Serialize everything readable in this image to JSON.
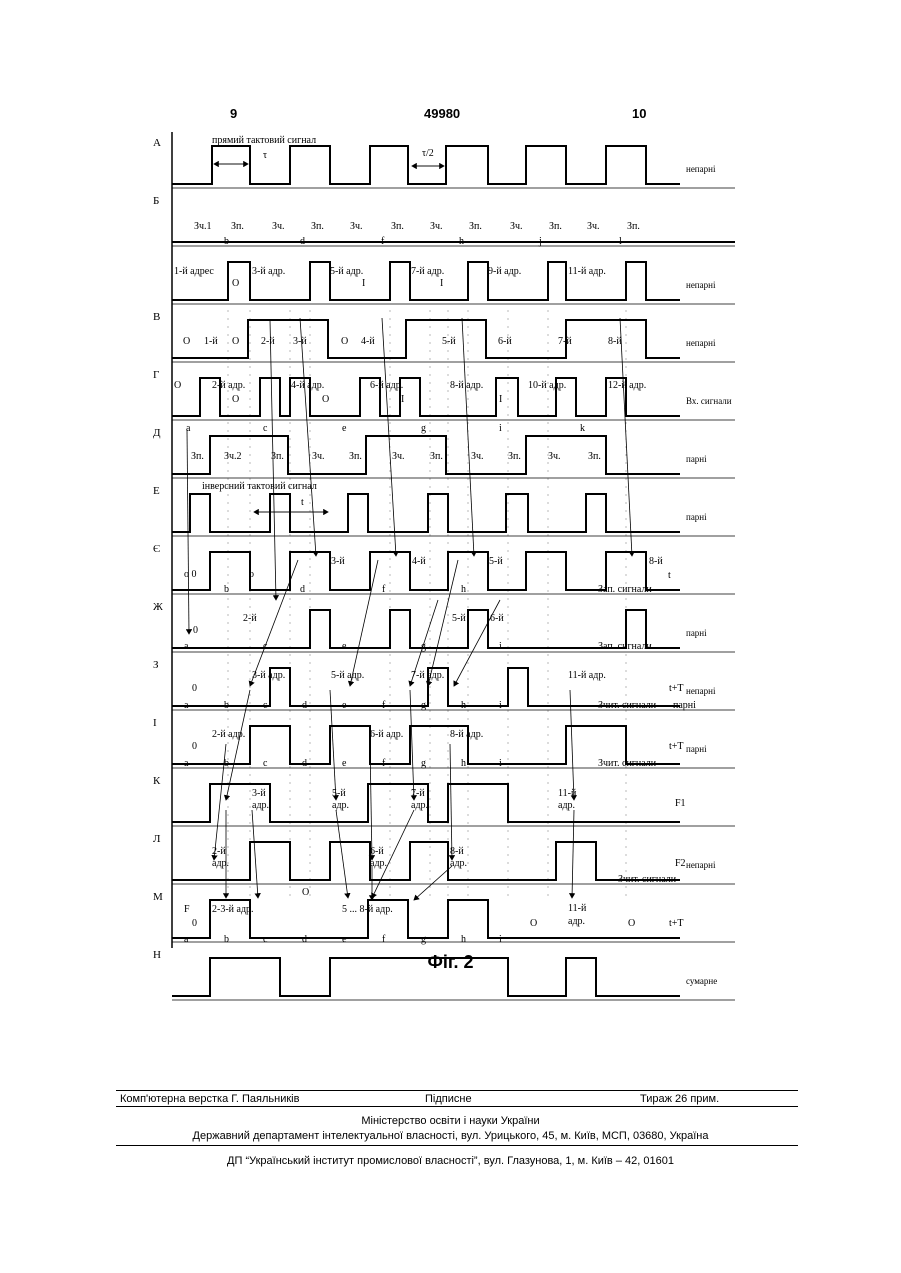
{
  "header": {
    "page_left": "9",
    "patent_number": "49980",
    "page_right": "10"
  },
  "figure_caption": "Фіг. 2",
  "rows": [
    {
      "letter": "А",
      "tag": "непарні",
      "wave": [
        [
          172,
          0
        ],
        [
          212,
          1
        ],
        [
          250,
          0
        ],
        [
          290,
          1
        ],
        [
          330,
          0
        ],
        [
          370,
          1
        ],
        [
          408,
          0
        ],
        [
          446,
          1
        ],
        [
          488,
          0
        ],
        [
          526,
          1
        ],
        [
          566,
          0
        ],
        [
          606,
          1
        ],
        [
          646,
          0
        ],
        [
          680,
          0
        ]
      ]
    },
    {
      "letter": "Б",
      "tag": "",
      "wave": [
        [
          172,
          0
        ],
        [
          735,
          0
        ]
      ]
    },
    {
      "letter": "",
      "tag": "непарні",
      "wave": [
        [
          172,
          0
        ],
        [
          228,
          1
        ],
        [
          250,
          0
        ],
        [
          310,
          1
        ],
        [
          330,
          0
        ],
        [
          390,
          1
        ],
        [
          410,
          0
        ],
        [
          468,
          1
        ],
        [
          488,
          0
        ],
        [
          548,
          1
        ],
        [
          566,
          0
        ],
        [
          626,
          1
        ],
        [
          646,
          0
        ],
        [
          680,
          0
        ]
      ]
    },
    {
      "letter": "В",
      "tag": "непарні",
      "wave": [
        [
          172,
          0
        ],
        [
          248,
          1
        ],
        [
          328,
          0
        ],
        [
          406,
          1
        ],
        [
          486,
          0
        ],
        [
          566,
          1
        ],
        [
          646,
          0
        ],
        [
          680,
          0
        ]
      ]
    },
    {
      "letter": "Г",
      "tag": "Вх. сигнали",
      "wave": [
        [
          172,
          0
        ],
        [
          200,
          1
        ],
        [
          220,
          0
        ],
        [
          260,
          1
        ],
        [
          280,
          0
        ],
        [
          290,
          1
        ],
        [
          310,
          0
        ],
        [
          360,
          1
        ],
        [
          380,
          0
        ],
        [
          400,
          1
        ],
        [
          420,
          0
        ],
        [
          496,
          1
        ],
        [
          518,
          0
        ],
        [
          556,
          1
        ],
        [
          576,
          0
        ],
        [
          606,
          1
        ],
        [
          626,
          0
        ],
        [
          680,
          0
        ]
      ]
    },
    {
      "letter": "Д",
      "tag": "парні",
      "wave": [
        [
          172,
          0
        ],
        [
          210,
          1
        ],
        [
          288,
          0
        ],
        [
          366,
          1
        ],
        [
          446,
          0
        ],
        [
          526,
          1
        ],
        [
          606,
          0
        ],
        [
          680,
          0
        ]
      ]
    },
    {
      "letter": "Е",
      "tag": "парні",
      "wave": [
        [
          172,
          0
        ],
        [
          190,
          1
        ],
        [
          210,
          0
        ],
        [
          270,
          1
        ],
        [
          290,
          0
        ],
        [
          348,
          1
        ],
        [
          368,
          0
        ],
        [
          428,
          1
        ],
        [
          448,
          0
        ],
        [
          506,
          1
        ],
        [
          528,
          0
        ],
        [
          586,
          1
        ],
        [
          606,
          0
        ],
        [
          680,
          0
        ]
      ]
    },
    {
      "letter": "Є",
      "tag": "",
      "wave": [
        [
          172,
          0
        ],
        [
          210,
          1
        ],
        [
          250,
          0
        ],
        [
          290,
          1
        ],
        [
          330,
          0
        ],
        [
          370,
          1
        ],
        [
          410,
          0
        ],
        [
          448,
          1
        ],
        [
          488,
          0
        ],
        [
          526,
          1
        ],
        [
          566,
          0
        ],
        [
          606,
          1
        ],
        [
          646,
          0
        ],
        [
          680,
          0
        ]
      ]
    },
    {
      "letter": "Ж",
      "tag": "парні",
      "wave": [
        [
          172,
          0
        ],
        [
          310,
          1
        ],
        [
          330,
          0
        ],
        [
          390,
          1
        ],
        [
          410,
          0
        ],
        [
          468,
          1
        ],
        [
          488,
          0
        ],
        [
          626,
          1
        ],
        [
          646,
          0
        ],
        [
          680,
          0
        ]
      ]
    },
    {
      "letter": "З",
      "tag": "непарні",
      "wave": [
        [
          172,
          0
        ],
        [
          270,
          1
        ],
        [
          290,
          0
        ],
        [
          428,
          1
        ],
        [
          448,
          0
        ],
        [
          508,
          1
        ],
        [
          528,
          0
        ],
        [
          680,
          0
        ]
      ]
    },
    {
      "letter": "І",
      "tag": "парні",
      "wave": [
        [
          172,
          0
        ],
        [
          250,
          1
        ],
        [
          290,
          0
        ],
        [
          330,
          1
        ],
        [
          370,
          0
        ],
        [
          410,
          1
        ],
        [
          468,
          0
        ],
        [
          566,
          1
        ],
        [
          626,
          0
        ],
        [
          680,
          0
        ]
      ]
    },
    {
      "letter": "К",
      "tag": "",
      "wave": [
        [
          172,
          0
        ],
        [
          210,
          1
        ],
        [
          270,
          0
        ],
        [
          368,
          1
        ],
        [
          428,
          0
        ],
        [
          448,
          1
        ],
        [
          508,
          0
        ],
        [
          680,
          0
        ]
      ]
    },
    {
      "letter": "Л",
      "tag": "непарні",
      "wave": [
        [
          172,
          0
        ],
        [
          250,
          1
        ],
        [
          290,
          0
        ],
        [
          330,
          1
        ],
        [
          370,
          0
        ],
        [
          410,
          1
        ],
        [
          448,
          0
        ],
        [
          556,
          1
        ],
        [
          596,
          0
        ],
        [
          680,
          0
        ]
      ]
    },
    {
      "letter": "М",
      "tag": "",
      "wave": [
        [
          172,
          0
        ],
        [
          210,
          1
        ],
        [
          250,
          0
        ],
        [
          368,
          1
        ],
        [
          408,
          0
        ],
        [
          448,
          1
        ],
        [
          488,
          0
        ],
        [
          680,
          0
        ]
      ]
    },
    {
      "letter": "Н",
      "tag": "сумарне",
      "wave": [
        [
          172,
          0
        ],
        [
          210,
          1
        ],
        [
          280,
          0
        ],
        [
          330,
          1
        ],
        [
          508,
          0
        ],
        [
          566,
          1
        ],
        [
          596,
          0
        ],
        [
          680,
          0
        ]
      ]
    }
  ],
  "labels": [
    [
      "прямий   тактовий   сигнал",
      212,
      143
    ],
    [
      "τ",
      263,
      158
    ],
    [
      "τ/2",
      422,
      156
    ],
    [
      "Зч.1",
      194,
      229
    ],
    [
      "Зп.",
      231,
      229
    ],
    [
      "Зч.",
      272,
      229
    ],
    [
      "Зп.",
      311,
      229
    ],
    [
      "Зч.",
      350,
      229
    ],
    [
      "Зп.",
      391,
      229
    ],
    [
      "Зч.",
      430,
      229
    ],
    [
      "Зп.",
      469,
      229
    ],
    [
      "Зч.",
      510,
      229
    ],
    [
      "Зп.",
      549,
      229
    ],
    [
      "Зч.",
      587,
      229
    ],
    [
      "Зп.",
      627,
      229
    ],
    [
      "b",
      224,
      244
    ],
    [
      "d",
      300,
      244
    ],
    [
      "f",
      381,
      244
    ],
    [
      "h",
      459,
      244
    ],
    [
      "j",
      539,
      244
    ],
    [
      "l",
      619,
      244
    ],
    [
      "1-й адрес",
      174,
      274
    ],
    [
      "3-й адр.",
      252,
      274
    ],
    [
      "5-й адр.",
      330,
      274
    ],
    [
      "7-й адр.",
      411,
      274
    ],
    [
      "9-й адр.",
      488,
      274
    ],
    [
      "11-й адр.",
      568,
      274
    ],
    [
      "О",
      232,
      286
    ],
    [
      "І",
      362,
      286
    ],
    [
      "І",
      440,
      286
    ],
    [
      "О",
      183,
      344
    ],
    [
      "1-й",
      204,
      344
    ],
    [
      "О",
      232,
      344
    ],
    [
      "2-й",
      261,
      344
    ],
    [
      "3-й",
      293,
      344
    ],
    [
      "О",
      341,
      344
    ],
    [
      "4-й",
      361,
      344
    ],
    [
      "5-й",
      442,
      344
    ],
    [
      "6-й",
      498,
      344
    ],
    [
      "7-й",
      558,
      344
    ],
    [
      "8-й",
      608,
      344
    ],
    [
      "О",
      174,
      388
    ],
    [
      "2-й адр.",
      212,
      388
    ],
    [
      "4-й адр.",
      291,
      388
    ],
    [
      "6-й адр.",
      370,
      388
    ],
    [
      "8-й адр.",
      450,
      388
    ],
    [
      "10-й адр.",
      528,
      388
    ],
    [
      "12-й адр.",
      608,
      388
    ],
    [
      "О",
      232,
      402
    ],
    [
      "О",
      322,
      402
    ],
    [
      "І",
      401,
      402
    ],
    [
      "І",
      499,
      402
    ],
    [
      "a",
      186,
      431
    ],
    [
      "c",
      263,
      431
    ],
    [
      "e",
      342,
      431
    ],
    [
      "g",
      421,
      431
    ],
    [
      "i",
      499,
      431
    ],
    [
      "k",
      580,
      431
    ],
    [
      "Зп.",
      191,
      459
    ],
    [
      "Зч.2",
      224,
      459
    ],
    [
      "Зп.",
      271,
      459
    ],
    [
      "Зч.",
      312,
      459
    ],
    [
      "Зп.",
      349,
      459
    ],
    [
      "Зч.",
      392,
      459
    ],
    [
      "Зп.",
      430,
      459
    ],
    [
      "Зч.",
      471,
      459
    ],
    [
      "Зп.",
      508,
      459
    ],
    [
      "Зч.",
      548,
      459
    ],
    [
      "Зп.",
      588,
      459
    ],
    [
      "інверсний  тактовий  сигнал",
      202,
      489
    ],
    [
      "t",
      301,
      505
    ],
    [
      "3-й",
      331,
      564
    ],
    [
      "4-й",
      412,
      564
    ],
    [
      "5-й",
      489,
      564
    ],
    [
      "8-й",
      649,
      564
    ],
    [
      "t",
      668,
      578
    ],
    [
      "о 0",
      184,
      577
    ],
    [
      "о",
      249,
      577
    ],
    [
      "b",
      224,
      592
    ],
    [
      "d",
      300,
      592
    ],
    [
      "f",
      382,
      592
    ],
    [
      "h",
      461,
      592
    ],
    [
      "Зап. сигнали",
      598,
      592
    ],
    [
      "2-й",
      243,
      621
    ],
    [
      "0",
      193,
      633
    ],
    [
      "5-й",
      452,
      621
    ],
    [
      "6-й",
      490,
      621
    ],
    [
      "a",
      184,
      649
    ],
    [
      "c",
      263,
      649
    ],
    [
      "e",
      342,
      649
    ],
    [
      "g",
      421,
      649
    ],
    [
      "i",
      499,
      649
    ],
    [
      "Зап. сигнали",
      598,
      649
    ],
    [
      "3-й адр.",
      252,
      678
    ],
    [
      "5-й адр.",
      331,
      678
    ],
    [
      "7-й адр.",
      411,
      678
    ],
    [
      "11-й адр.",
      568,
      678
    ],
    [
      "0",
      192,
      691
    ],
    [
      "t+T",
      669,
      691
    ],
    [
      "a",
      184,
      708
    ],
    [
      "b",
      224,
      708
    ],
    [
      "c",
      263,
      708
    ],
    [
      "d",
      302,
      708
    ],
    [
      "e",
      342,
      708
    ],
    [
      "f",
      382,
      708
    ],
    [
      "g",
      421,
      708
    ],
    [
      "h",
      461,
      708
    ],
    [
      "i",
      499,
      708
    ],
    [
      "Зчит. сигнали",
      598,
      708
    ],
    [
      "парні",
      673,
      708
    ],
    [
      "2-й адр.",
      212,
      737
    ],
    [
      "6-й адр.",
      370,
      737
    ],
    [
      "8-й адр.",
      450,
      737
    ],
    [
      "0",
      192,
      749
    ],
    [
      "t+T",
      669,
      749
    ],
    [
      "a",
      184,
      766
    ],
    [
      "b",
      224,
      766
    ],
    [
      "c",
      263,
      766
    ],
    [
      "d",
      302,
      766
    ],
    [
      "e",
      342,
      766
    ],
    [
      "f",
      382,
      766
    ],
    [
      "g",
      421,
      766
    ],
    [
      "h",
      461,
      766
    ],
    [
      "i",
      499,
      766
    ],
    [
      "Зчит. сигнали",
      598,
      766
    ],
    [
      "3-й",
      252,
      796
    ],
    [
      "адр.",
      252,
      808
    ],
    [
      "5-й",
      332,
      796
    ],
    [
      "адр.",
      332,
      808
    ],
    [
      "7-й",
      411,
      796
    ],
    [
      "адр.",
      411,
      808
    ],
    [
      "11-й",
      558,
      796
    ],
    [
      "адр.",
      558,
      808
    ],
    [
      "F1",
      675,
      806
    ],
    [
      "2-й",
      212,
      854
    ],
    [
      "адр.",
      212,
      866
    ],
    [
      "6-й",
      370,
      854
    ],
    [
      "адр.",
      370,
      866
    ],
    [
      "8-й",
      450,
      854
    ],
    [
      "адр.",
      450,
      866
    ],
    [
      "F2",
      675,
      866
    ],
    [
      "Зчит. сигнали",
      618,
      882
    ],
    [
      "О",
      302,
      895
    ],
    [
      "F",
      184,
      912
    ],
    [
      "2-3-й адр.",
      212,
      912
    ],
    [
      "5 ... 8-й адр.",
      342,
      912
    ],
    [
      "11-й",
      568,
      911
    ],
    [
      "адр.",
      568,
      924
    ],
    [
      "0",
      192,
      926
    ],
    [
      "О",
      530,
      926
    ],
    [
      "О",
      628,
      926
    ],
    [
      "t+T",
      669,
      926
    ],
    [
      "a",
      184,
      942
    ],
    [
      "b",
      224,
      942
    ],
    [
      "c",
      263,
      942
    ],
    [
      "d",
      302,
      942
    ],
    [
      "e",
      342,
      942
    ],
    [
      "f",
      382,
      942
    ],
    [
      "g",
      421,
      942
    ],
    [
      "h",
      461,
      942
    ],
    [
      "i",
      499,
      942
    ]
  ],
  "footer": {
    "typesetter": "Комп'ютерна верстка Г. Паяльників",
    "signed": "Підписне",
    "circulation": "Тираж 26 прим.",
    "ministry": "Міністерство освіти і науки України",
    "department": "Державний департамент інтелектуальної власності, вул. Урицького, 45, м. Київ, МСП, 03680, Україна",
    "institute": "ДП “Український інститут промислової власності”, вул. Глазунова, 1, м. Київ – 42, 01601"
  }
}
